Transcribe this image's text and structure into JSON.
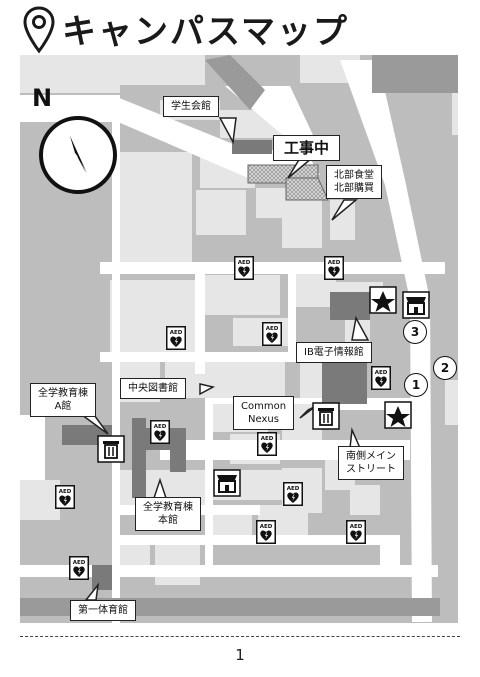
{
  "header": {
    "title": "キャンパスマップ",
    "pin_icon": "location-pin-icon"
  },
  "compass": {
    "label": "N"
  },
  "labels": {
    "gakusei_kaikan": "学生会館",
    "kouji_chu": "工事中",
    "hokubu": "北部食堂\n北部購買",
    "ib_denshi": "IB電子情報館",
    "chuo_tosho": "中央図書館",
    "zengaku_a": "全学教育棟\nA館",
    "common_nexus": "Common\nNexus",
    "minami_main": "南側メイン\nストリート",
    "zengaku_hon": "全学教育棟\n本館",
    "daiichi_taiiku": "第一体育館"
  },
  "markers": {
    "aed_text": "AED",
    "numbers": [
      "1",
      "2",
      "3"
    ]
  },
  "footer": {
    "page": "1"
  }
}
